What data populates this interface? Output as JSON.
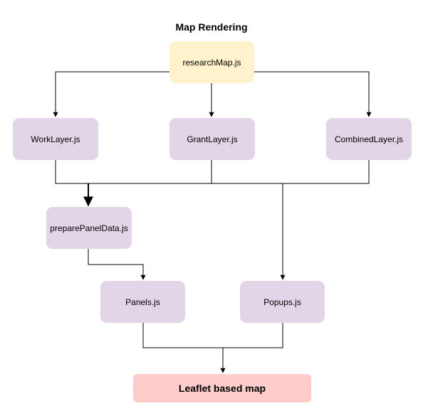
{
  "title": "Map Rendering",
  "nodes": {
    "research_map": "researchMap.js",
    "work_layer": "WorkLayer.js",
    "grant_layer": "GrantLayer.js",
    "combined_layer": "CombinedLayer.js",
    "prepare_panel_data": "preparePanelData.js",
    "panels": "Panels.js",
    "popups": "Popups.js",
    "leaflet_map": "Leaflet based map"
  },
  "colors": {
    "entry": "#fff2cc",
    "module": "#e1d5e7",
    "output": "#ffcccc",
    "line": "#000000"
  }
}
